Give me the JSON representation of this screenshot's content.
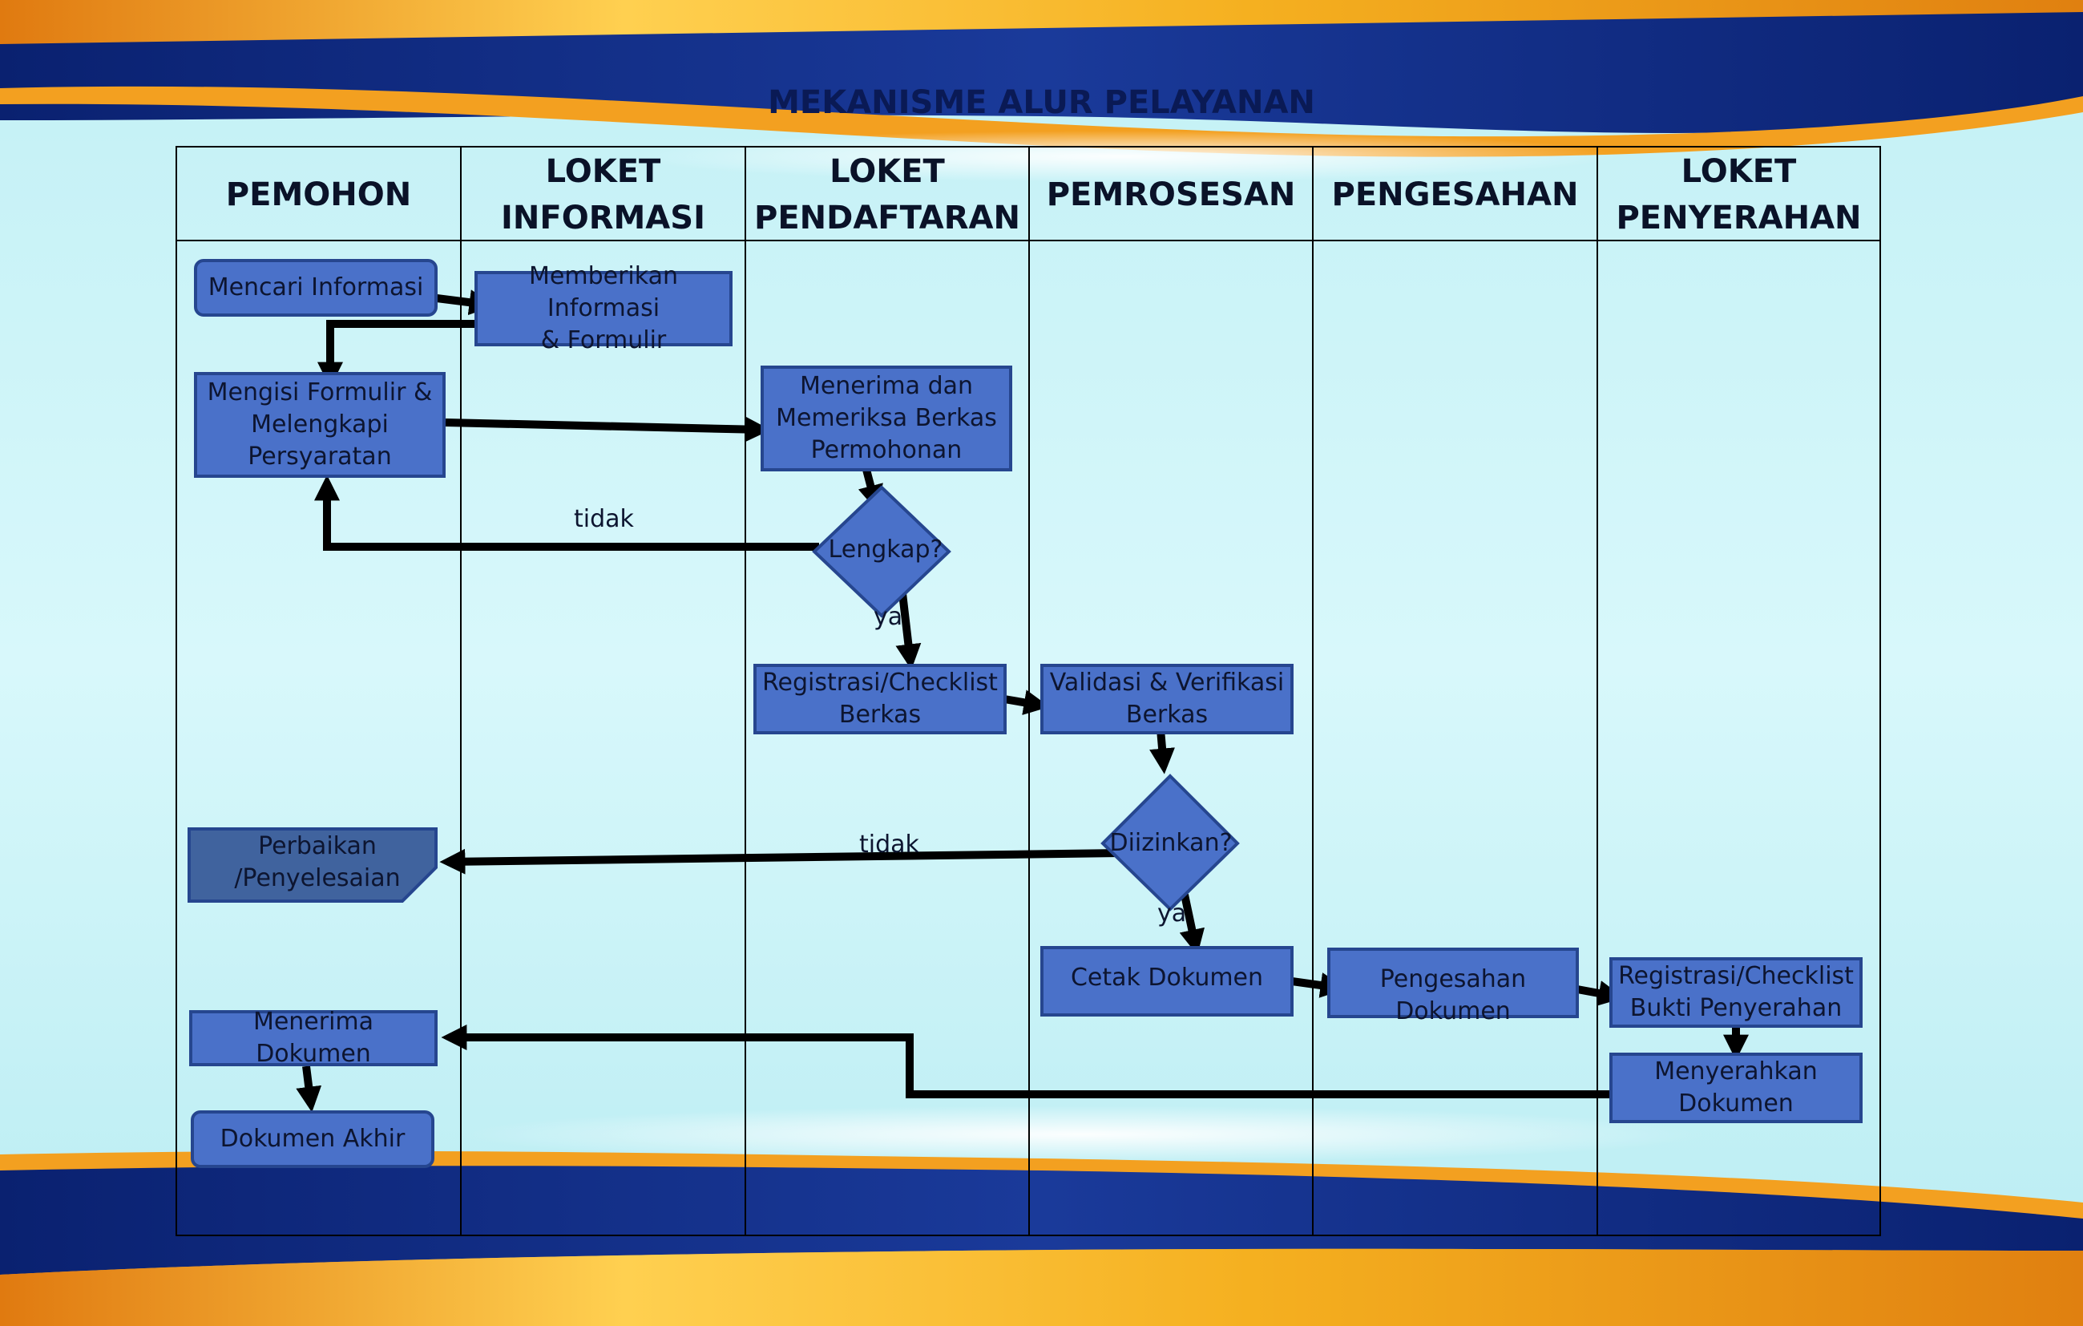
{
  "title": "MEKANISME ALUR PELAYANAN",
  "lanes": [
    "PEMOHON",
    "LOKET\nINFORMASI",
    "LOKET\nPENDAFTARAN",
    "PEMROSESAN",
    "PENGESAHAN",
    "LOKET\nPENYERAHAN"
  ],
  "nodes": {
    "mencari_informasi": "Mencari Informasi",
    "memberikan_informasi": "Memberikan Informasi\n& Formulir",
    "mengisi_formulir": "Mengisi Formulir &\nMelengkapi\nPersyaratan",
    "menerima_memeriksa": "Menerima dan\nMemeriksa Berkas\nPermohonan",
    "lengkap": "Lengkap?",
    "registrasi_berkas": "Registrasi/Checklist\nBerkas",
    "validasi": "Validasi & Verifikasi\nBerkas",
    "diizinkan": "Diizinkan?",
    "perbaikan": "Perbaikan\n/Penyelesaian",
    "cetak": "Cetak Dokumen",
    "pengesahan_dokumen": "Pengesahan Dokumen",
    "registrasi_bukti": "Registrasi/Checklist\nBukti Penyerahan",
    "menyerahkan": "Menyerahkan\nDokumen",
    "menerima_dokumen": "Menerima Dokumen",
    "dokumen_akhir": "Dokumen Akhir"
  },
  "edge_labels": {
    "tidak_1": "tidak",
    "ya_1": "ya",
    "tidak_2": "tidak",
    "ya_2": "ya"
  },
  "colors": {
    "node_fill": "#4a71c9",
    "node_border": "#26468f",
    "arrow": "#000000",
    "banner_blue": "#0a2378",
    "banner_gold": "#f2b21c",
    "background": "#c9f3f7"
  }
}
